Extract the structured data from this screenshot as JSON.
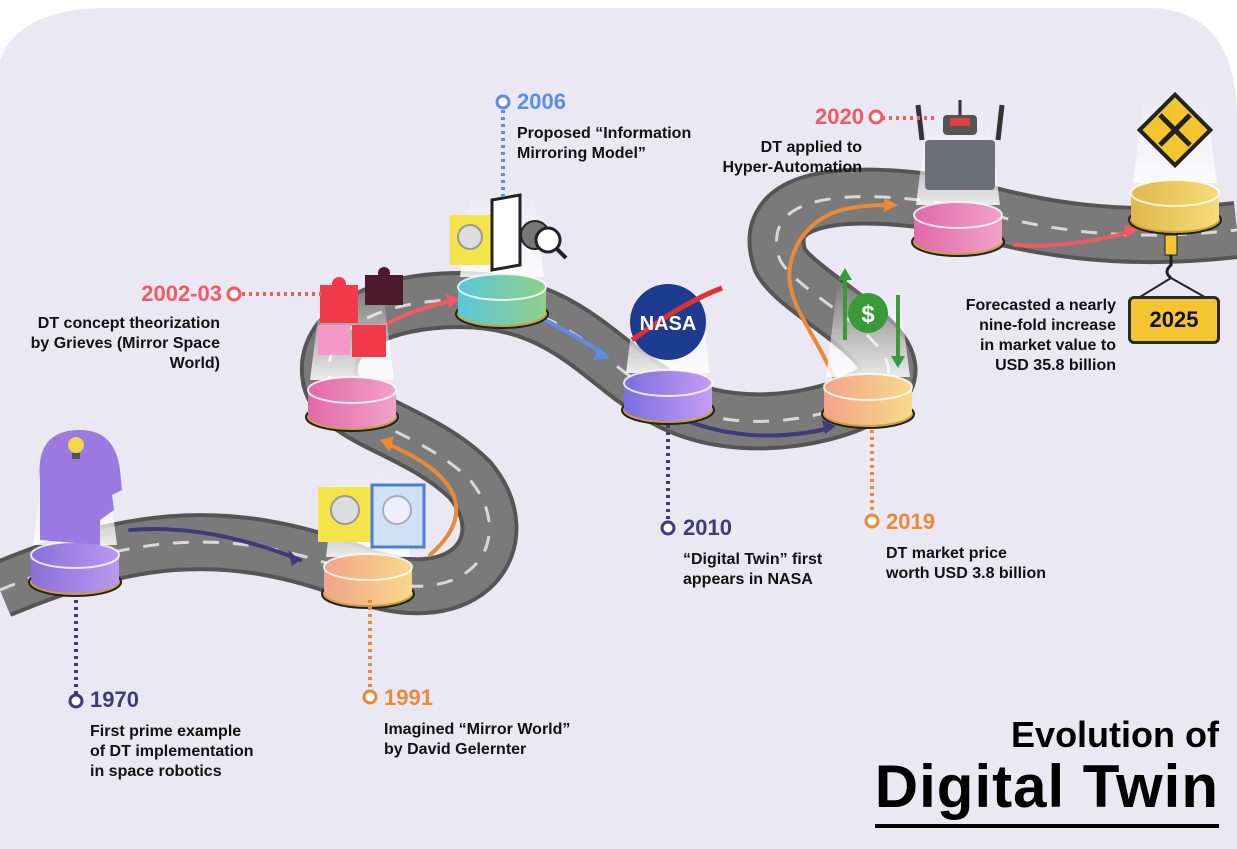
{
  "title": {
    "line1": "Evolution of",
    "line2": "Digital Twin"
  },
  "milestones": [
    {
      "year": "1970",
      "text": "First prime example\nof DT implementation\nin space robotics",
      "color": "#3d3b7a"
    },
    {
      "year": "1991",
      "text": "Imagined “Mirror World”\nby David Gelernter",
      "color": "#e88a3a"
    },
    {
      "year": "2002-03",
      "text": "DT concept theorization\nby Grieves (Mirror Space\nWorld)",
      "color": "#f05a64"
    },
    {
      "year": "2006",
      "text": "Proposed “Information\nMirroring Model”",
      "color": "#5a8ee8"
    },
    {
      "year": "2010",
      "text": "“Digital Twin” first\nappears in NASA",
      "color": "#3d3b7a"
    },
    {
      "year": "2019",
      "text": "DT market price\nworth USD 3.8 billion",
      "color": "#e88a3a"
    },
    {
      "year": "2020",
      "text": "DT applied to\nHyper-Automation",
      "color": "#f05a64"
    },
    {
      "year": "2025",
      "text": "Forecasted a nearly\nnine-fold increase\nin market value to\nUSD 35.8 billion",
      "color": "#111111"
    }
  ],
  "nasa_logo_text": "NASA",
  "colors": {
    "road": "#7a7a7a",
    "road_edge": "#555555",
    "dash": "#d8d8d8",
    "background": "#e9e8f3"
  }
}
